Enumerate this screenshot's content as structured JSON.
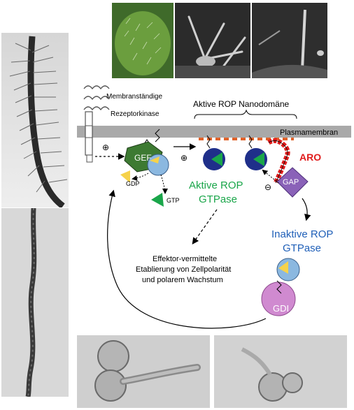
{
  "labels": {
    "receptor_kinase_line1": "Membranständige",
    "receptor_kinase_line2": "Rezeptorkinase",
    "active_nanodomain": "Aktive ROP Nanodomäne",
    "plasma_membrane": "Plasmamembran",
    "gef": "GEF",
    "gdp": "GDP",
    "gtp": "GTP",
    "plus": "⊕",
    "minus": "⊖",
    "active_rop_line1": "Aktive ROP",
    "active_rop_line2": "GTPase",
    "aro": "ARO",
    "gap": "GAP",
    "inactive_rop_line1": "Inaktive ROP",
    "inactive_rop_line2": "GTPase",
    "gdi": "GDI",
    "effector_line1": "Effektor-vermittelte",
    "effector_line2": "Etablierung von Zellpolarität",
    "effector_line3": "und polarem Wachstum"
  },
  "colors": {
    "gef": "#3d7a32",
    "rop_blue": "#8bb8e0",
    "rop_active": "#1f2f8a",
    "gtp_green": "#1aa64a",
    "gdp_yellow": "#f6d24a",
    "membrane": "#a9a9a9",
    "nanodomain": "#e0622a",
    "aro_red": "#e01c1c",
    "gap_purple": "#8a62b8",
    "gdi_pink": "#d08ad0",
    "active_text": "#1aa64a",
    "inactive_text": "#1f5fb8"
  }
}
